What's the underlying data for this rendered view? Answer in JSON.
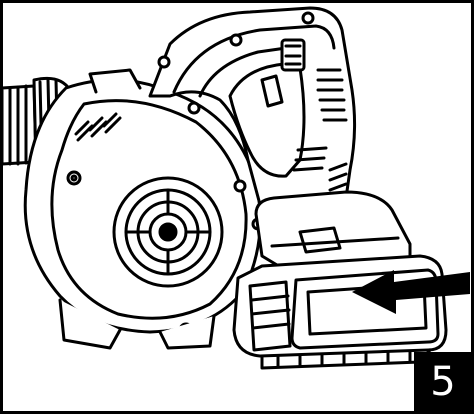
{
  "figure": {
    "step_number": "5",
    "colors": {
      "line": "#000000",
      "fill": "#ffffff",
      "arrow": "#000000",
      "badge_bg": "#000000",
      "badge_text": "#ffffff"
    },
    "icons": [
      "leaf-blower-body",
      "battery-pack",
      "insert-arrow"
    ]
  }
}
